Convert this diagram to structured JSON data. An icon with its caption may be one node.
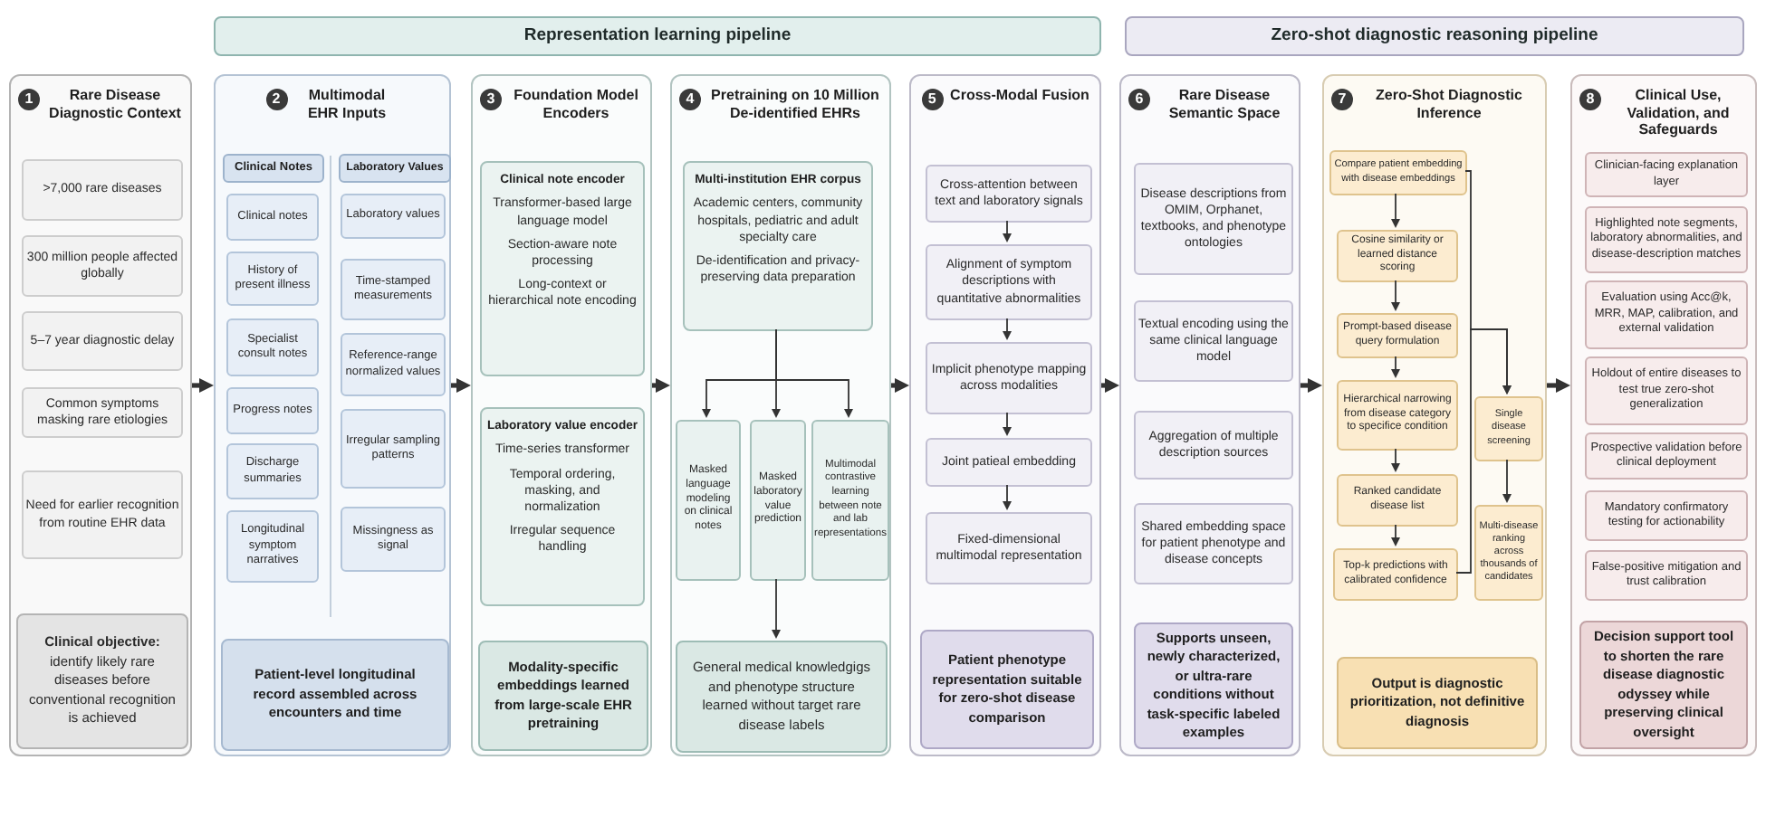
{
  "diagram": {
    "nodes": [
      {
        "text": [
          "Representation learning pipeline"
        ]
      },
      {
        "text": [
          "Zero-shot diagnostic reasoning pipeline"
        ]
      },
      {
        "text": [
          "1",
          "Rare Disease Diagnostic Context"
        ]
      },
      {
        "text": [
          ">7,000 rare diseases"
        ],
        "in": 2
      },
      {
        "text": [
          "300 million people affected globally"
        ],
        "in": 2
      },
      {
        "text": [
          "5–7 year diagnostic delay"
        ],
        "in": 2
      },
      {
        "text": [
          "Common symptoms masking rare etiologies"
        ],
        "in": 2
      },
      {
        "text": [
          "Need for earlier recognition from routine EHR data"
        ],
        "in": 2
      },
      {
        "text": [
          "**Clinical objective:** identify likely rare diseases before conventional recognition is achieved"
        ],
        "in": 2
      },
      {
        "text": [
          "2",
          "Multimodal EHR Inputs"
        ]
      },
      {
        "text": [
          "Clinical Notes"
        ],
        "in": 9
      },
      {
        "text": [
          "Clinical notes"
        ],
        "in": 9
      },
      {
        "text": [
          "History of present illness"
        ],
        "in": 9
      },
      {
        "text": [
          "Specialist consult notes"
        ],
        "in": 9
      },
      {
        "text": [
          "Progress notes"
        ],
        "in": 9
      },
      {
        "text": [
          "Discharge summaries"
        ],
        "in": 9
      },
      {
        "text": [
          "Longitudinal symptom narratives"
        ],
        "in": 9
      },
      {
        "text": [
          "Laboratory Values"
        ],
        "in": 9
      },
      {
        "text": [
          "Laboratory values"
        ],
        "in": 9
      },
      {
        "text": [
          "Time-stamped measurements"
        ],
        "in": 9
      },
      {
        "text": [
          "Reference-range normalized values"
        ],
        "in": 9
      },
      {
        "text": [
          "Irregular sampling patterns"
        ],
        "in": 9
      },
      {
        "text": [
          "Missingness as signal"
        ],
        "in": 9
      },
      {
        "text": [
          "Patient-level longitudinal record assembled across encounters and time"
        ],
        "in": 9
      },
      {
        "text": [
          "3",
          "Foundation Model Encoders"
        ]
      },
      {
        "text": [
          "Clinical note encoder",
          "Transformer-based large language model",
          "Section-aware note processing",
          "Long-context or hierarchical note encoding"
        ],
        "in": 24
      },
      {
        "text": [
          "Laboratory value encoder",
          "Time-series transformer",
          "Temporal ordering, masking, and normalization",
          "Irregular sequence handling"
        ],
        "in": 24
      },
      {
        "text": [
          "Modality-specific embeddings learned from large-scale EHR pretraining"
        ],
        "in": 24
      },
      {
        "text": [
          "4",
          "Pretraining on 10 Million De-identified EHRs"
        ]
      },
      {
        "text": [
          "Multi-institution EHR corpus",
          "Academic centers, community hospitals, pediatric and adult specialty care",
          "De-identification and privacy-preserving data preparation"
        ],
        "in": 28
      },
      {
        "text": [
          "Masked language modeling on clinical notes"
        ],
        "in": 28
      },
      {
        "text": [
          "Masked laboratory value prediction"
        ],
        "in": 28
      },
      {
        "text": [
          "Multimodal contrastive learning between note and lab representations"
        ],
        "in": 28
      },
      {
        "text": [
          "General medical knowledgigs and phenotype structure learned without target rare disease labels"
        ],
        "in": 28
      },
      {
        "text": [
          "5",
          "Cross-Modal Fusion"
        ]
      },
      {
        "text": [
          "Cross-attention between text and laboratory signals"
        ],
        "in": 34
      },
      {
        "text": [
          "Alignment of symptom descriptions with quantitative abnormalities"
        ],
        "in": 34
      },
      {
        "text": [
          "Implicit phenotype mapping across modalities"
        ],
        "in": 34
      },
      {
        "text": [
          "Joint patieal embedding"
        ],
        "in": 34
      },
      {
        "text": [
          "Fixed-dimensional multimodal representation"
        ],
        "in": 34
      },
      {
        "text": [
          "Patient phenotype representation suitable for zero-shot disease comparison"
        ],
        "in": 34
      },
      {
        "text": [
          "6",
          "Rare Disease Semantic Space"
        ]
      },
      {
        "text": [
          "Disease descriptions from OMIM, Orphanet, textbooks, and phenotype ontologies"
        ],
        "in": 41
      },
      {
        "text": [
          "Textual encoding using the same clinical language model"
        ],
        "in": 41
      },
      {
        "text": [
          "Aggregation of multiple description sources"
        ],
        "in": 41
      },
      {
        "text": [
          "Shared embedding space for patient phenotype and disease concepts"
        ],
        "in": 41
      },
      {
        "text": [
          "Supports unseen, newly characterized, or ultra-rare conditions without task-specific labeled examples"
        ],
        "in": 41
      },
      {
        "text": [
          "7",
          "Zero-Shot Diagnostic Inference"
        ]
      },
      {
        "text": [
          "Compare patient embedding with disease embeddings"
        ],
        "in": 47
      },
      {
        "text": [
          "Cosine similarity or learned distance scoring"
        ],
        "in": 47
      },
      {
        "text": [
          "Prompt-based disease query formulation"
        ],
        "in": 47
      },
      {
        "text": [
          "Hierarchical narrowing from disease category to specifice condition"
        ],
        "in": 47
      },
      {
        "text": [
          "Ranked candidate disease list"
        ],
        "in": 47
      },
      {
        "text": [
          "Top-k predictions with calibrated confidence"
        ],
        "in": 47
      },
      {
        "text": [
          "Single disease screening"
        ],
        "in": 47
      },
      {
        "text": [
          "Multi-disease ranking across thousands of candidates"
        ],
        "in": 47
      },
      {
        "text": [
          "Output is diagnostic prioritization, not definitive diagnosis"
        ],
        "in": 47
      },
      {
        "text": [
          "8",
          "Clinical Use, Validation, and Safeguards"
        ]
      },
      {
        "text": [
          "Clinician-facing explanation layer"
        ],
        "in": 57
      },
      {
        "text": [
          "Highlighted note segments, laboratory abnormalities, and disease-description matches"
        ],
        "in": 57
      },
      {
        "text": [
          "Evaluation using Acc@k, MRR, MAP, calibration, and external validation"
        ],
        "in": 57
      },
      {
        "text": [
          "Holdout of entire diseases to test true zero-shot generalization"
        ],
        "in": 57
      },
      {
        "text": [
          "Prospective validation before clinical deployment"
        ],
        "in": 57
      },
      {
        "text": [
          "Mandatory confirmatory testing for actionability"
        ],
        "in": 57
      },
      {
        "text": [
          "False-positive mitigation and trust calibration"
        ],
        "in": 57
      },
      {
        "text": [
          "Decision support tool to shorten the rare disease diagnostic odyssey while preserving clinical oversight"
        ],
        "in": 57
      }
    ],
    "edges": [
      {
        "from": 2,
        "to": 9,
        "arrow": "to",
        "style": "thick"
      },
      {
        "from": 9,
        "to": 24,
        "arrow": "to",
        "style": "thick"
      },
      {
        "from": 24,
        "to": 28,
        "arrow": "to",
        "style": "thick"
      },
      {
        "from": 28,
        "to": 34,
        "arrow": "to",
        "style": "thick"
      },
      {
        "from": 34,
        "to": 41,
        "arrow": "to",
        "style": "thick"
      },
      {
        "from": 41,
        "to": 47,
        "arrow": "to",
        "style": "thick"
      },
      {
        "from": 47,
        "to": 57,
        "arrow": "to",
        "style": "thick"
      },
      {
        "from": 29,
        "to": 30,
        "arrow": "to"
      },
      {
        "from": 29,
        "to": 31,
        "arrow": "to"
      },
      {
        "from": 29,
        "to": 32,
        "arrow": "to"
      },
      {
        "from": 31,
        "to": 33,
        "arrow": "to"
      },
      {
        "from": 35,
        "to": 36,
        "arrow": "to"
      },
      {
        "from": 36,
        "to": 37,
        "arrow": "to"
      },
      {
        "from": 37,
        "to": 38,
        "arrow": "to"
      },
      {
        "from": 38,
        "to": 39,
        "arrow": "to"
      },
      {
        "from": 48,
        "to": 49,
        "arrow": "to"
      },
      {
        "from": 49,
        "to": 50,
        "arrow": "to"
      },
      {
        "from": 50,
        "to": 51,
        "arrow": "to"
      },
      {
        "from": 51,
        "to": 52,
        "arrow": "to"
      },
      {
        "from": 52,
        "to": 53,
        "arrow": "to"
      },
      {
        "from": 48,
        "to": 54,
        "arrow": "to"
      },
      {
        "from": 53,
        "to": 54,
        "arrow": "to"
      },
      {
        "from": 54,
        "to": 55,
        "arrow": "to"
      }
    ]
  }
}
